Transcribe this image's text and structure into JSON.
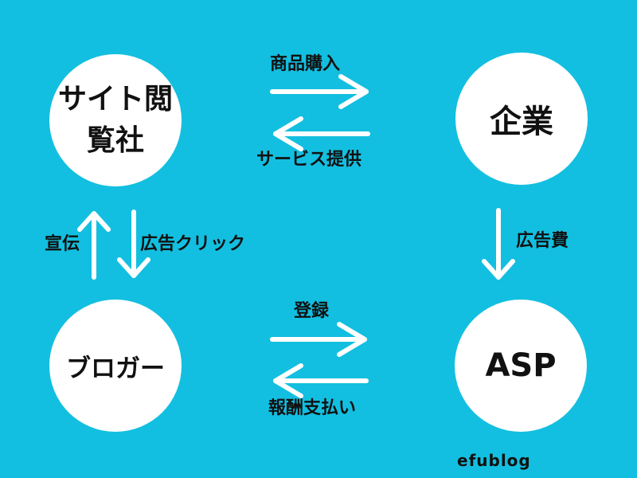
{
  "nodes": {
    "site_visitor": "サイト閲覧社",
    "company": "企業",
    "blogger": "ブロガー",
    "asp": "ASP"
  },
  "edges": {
    "purchase": "商品購入",
    "service": "サービス提供",
    "advertise": "宣伝",
    "ad_click": "広告クリック",
    "ad_fee": "広告費",
    "register": "登録",
    "reward": "報酬支払い"
  },
  "brand": "efublog",
  "colors": {
    "background": "#13bfe0",
    "node_fill": "#ffffff",
    "arrow": "#ffffff",
    "text": "#111111"
  }
}
